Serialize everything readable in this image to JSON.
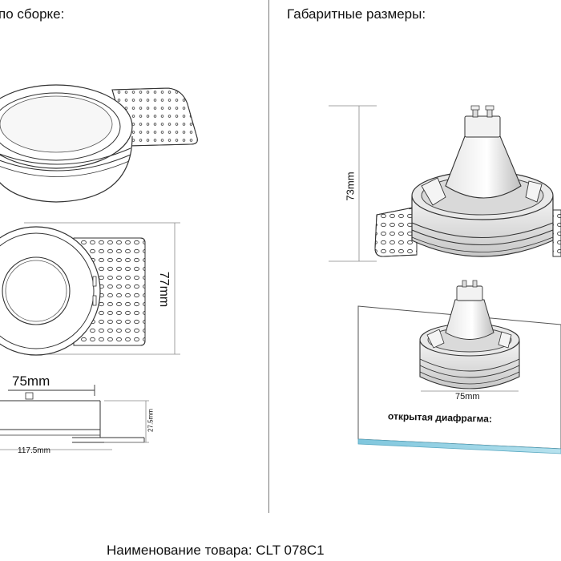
{
  "headings": {
    "left": "по сборке:",
    "right": "Габаритные размеры:"
  },
  "dimensions": {
    "depth_77": "77mm",
    "width_75_top": "75mm",
    "height_27_5": "27.5mm",
    "length_117_5": "117.5mm",
    "height_73": "73mm",
    "width_75_bottom": "75mm"
  },
  "panel_label": "открытая диафрагма:",
  "product_name": "Наименование товара: CLT 078C1"
}
